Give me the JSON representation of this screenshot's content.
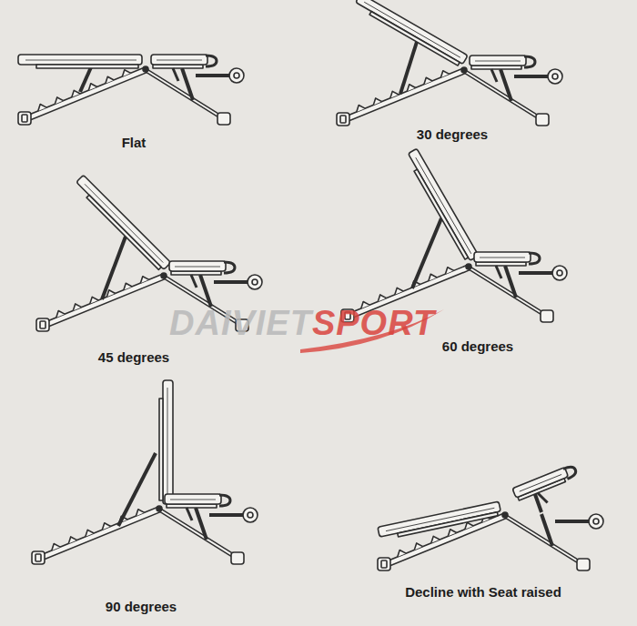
{
  "diagram": {
    "labels": [
      "Flat",
      "30 degrees",
      "45 degrees",
      "60 degrees",
      "90 degrees",
      "Decline with Seat raised",
      "DAIVIET",
      "SPORT"
    ]
  }
}
